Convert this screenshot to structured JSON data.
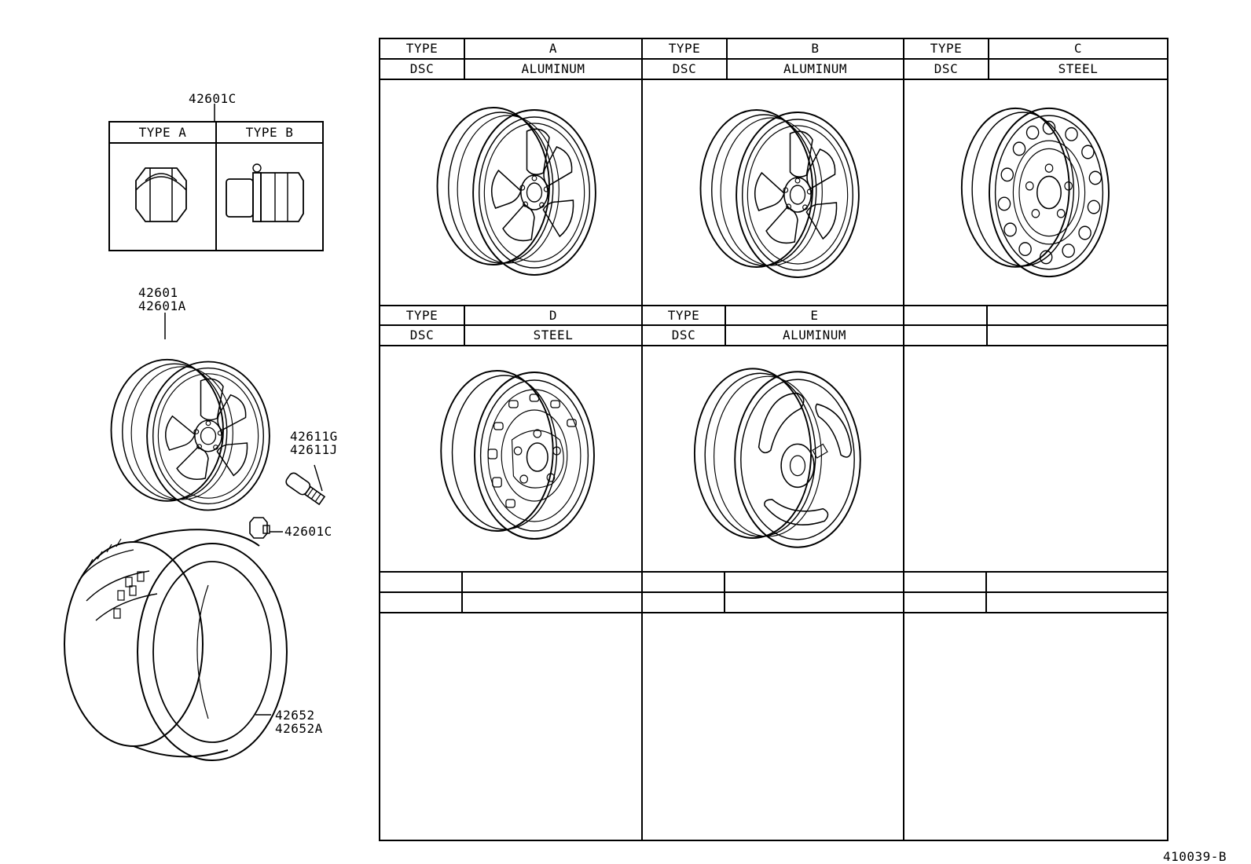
{
  "nut_box": {
    "callout": "42601C",
    "headers": [
      "TYPE A",
      "TYPE B"
    ]
  },
  "callouts": {
    "wheel": [
      "42601",
      "42601A"
    ],
    "valve": [
      "42611G",
      "42611J"
    ],
    "nut": "42601C",
    "tire": [
      "42652",
      "42652A"
    ]
  },
  "wheel_table": {
    "type_label": "TYPE",
    "dsc_label": "DSC",
    "rows": [
      [
        {
          "type": "A",
          "dsc": "ALUMINUM",
          "wheel": "alloy-5-spoke"
        },
        {
          "type": "B",
          "dsc": "ALUMINUM",
          "wheel": "alloy-5-spoke"
        },
        {
          "type": "C",
          "dsc": "STEEL",
          "wheel": "steel-holes"
        }
      ],
      [
        {
          "type": "D",
          "dsc": "STEEL",
          "wheel": "steel-slots"
        },
        {
          "type": "E",
          "dsc": "ALUMINUM",
          "wheel": "alloy-3-spoke"
        },
        {
          "type": "",
          "dsc": "",
          "wheel": ""
        }
      ]
    ]
  },
  "figure_code": "410039-B"
}
